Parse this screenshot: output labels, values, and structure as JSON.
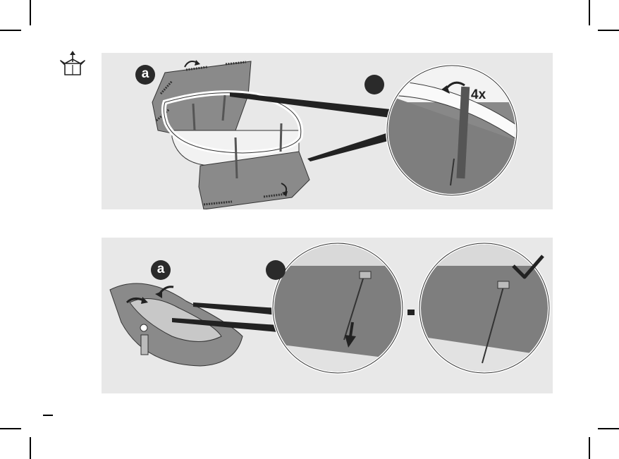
{
  "page": {
    "title": ""
  },
  "icons": {
    "unbox": "open-box-up-arrow-icon",
    "check": "checkmark-icon",
    "rotate": "curved-arrow-icon",
    "down": "down-arrow-icon"
  },
  "step_top": {
    "badge": "a",
    "multiplier": "4x"
  },
  "step_bottom": {
    "badge": "a"
  },
  "colors": {
    "panel": "#e8e8e8",
    "badge": "#2a2a2a",
    "fabric": "#8a8a8a",
    "fabric_dark": "#6f6f6f"
  }
}
